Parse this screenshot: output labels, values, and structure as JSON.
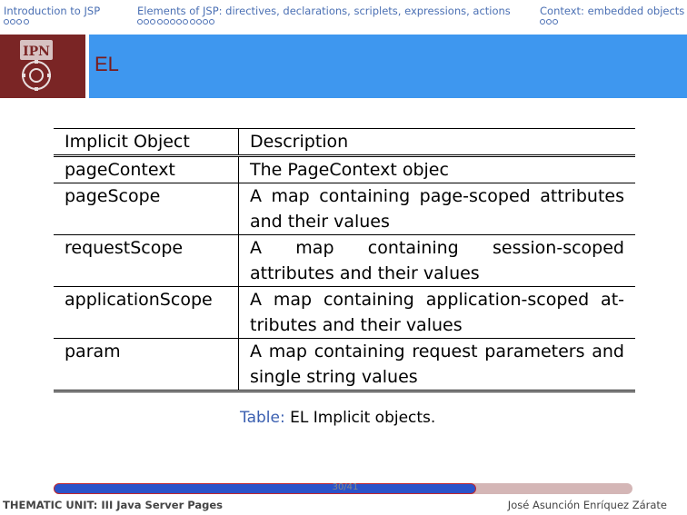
{
  "nav": {
    "sections": [
      {
        "label": "Introduction to JSP",
        "dots": 4,
        "active": -1
      },
      {
        "label": "Elements of JSP: directives, declarations, scriplets, expressions, actions",
        "dots": 12,
        "active": -1
      },
      {
        "label": "Context: embedded objects",
        "dots": 3,
        "active": -1
      }
    ]
  },
  "header": {
    "title": "EL",
    "logo_label": "IPN"
  },
  "table": {
    "head": [
      "Implicit Object",
      "Description"
    ],
    "rows": [
      {
        "object": "pageContext",
        "description": "The PageContext objec"
      },
      {
        "object": "pageScope",
        "description": "A map containing page-scoped attributes and their values"
      },
      {
        "object": "requestScope",
        "description": "A map containing session-scoped attributes and their values"
      },
      {
        "object": "applicationScope",
        "description": "A map containing application-scoped at-tributes and their values"
      },
      {
        "object": "param",
        "description": "A map containing request parameters and single string values"
      }
    ]
  },
  "caption": {
    "label": "Table:",
    "text": "EL Implicit objects."
  },
  "footer": {
    "left": "THEMATIC UNIT: III Java Server Pages",
    "right": "José Asunción Enríquez Zárate",
    "page": "30/41",
    "progress": 0.73
  },
  "colors": {
    "accent": "#3e97ef",
    "brand": "#7a2525",
    "nav": "#4a6fb3"
  }
}
